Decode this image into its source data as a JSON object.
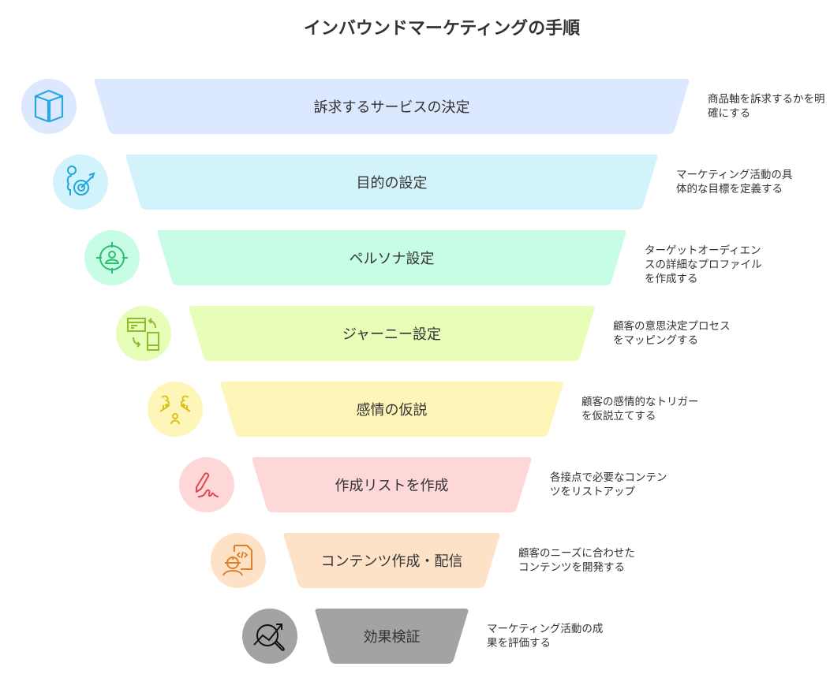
{
  "title": "インバウンドマーケティングの手順",
  "steps": [
    {
      "label": "訴求するサービスの決定",
      "description": "商品軸を訴求するかを明確にする",
      "icon": "box-icon",
      "fill": "#dbe8fe",
      "icon_color": "#29a8df"
    },
    {
      "label": "目的の設定",
      "description": "マーケティング活動の具体的な目標を定義する",
      "icon": "person-target-icon",
      "fill": "#d2f3fc",
      "icon_color": "#1ea7d8"
    },
    {
      "label": "ペルソナ設定",
      "description": "ターゲットオーディエンスの詳細なプロファイルを作成する",
      "icon": "crosshair-person-icon",
      "fill": "#c6fde4",
      "icon_color": "#2dbf70"
    },
    {
      "label": "ジャーニー設定",
      "description": "顧客の意思決定プロセスをマッピングする",
      "icon": "cross-device-icon",
      "fill": "#e8fdb8",
      "icon_color": "#8ebd2c"
    },
    {
      "label": "感情の仮説",
      "description": "顧客の感情的なトリガーを仮説立てする",
      "icon": "emotion-person-icon",
      "fill": "#fef6b8",
      "icon_color": "#d9c21b"
    },
    {
      "label": "作成リストを作成",
      "description": "各接点で必要なコンテンツをリストアップ",
      "icon": "signature-pen-icon",
      "fill": "#fed8d8",
      "icon_color": "#e0474f"
    },
    {
      "label": "コンテンツ作成・配信",
      "description": "顧客のニーズに合わせたコンテンツを開発する",
      "icon": "developer-code-icon",
      "fill": "#fee2c8",
      "icon_color": "#e07f28"
    },
    {
      "label": "効果検証",
      "description": "マーケティング活動の成果を評価する",
      "icon": "analytics-magnifier-icon",
      "fill": "#a3a3a3",
      "icon_color": "#111111"
    }
  ]
}
